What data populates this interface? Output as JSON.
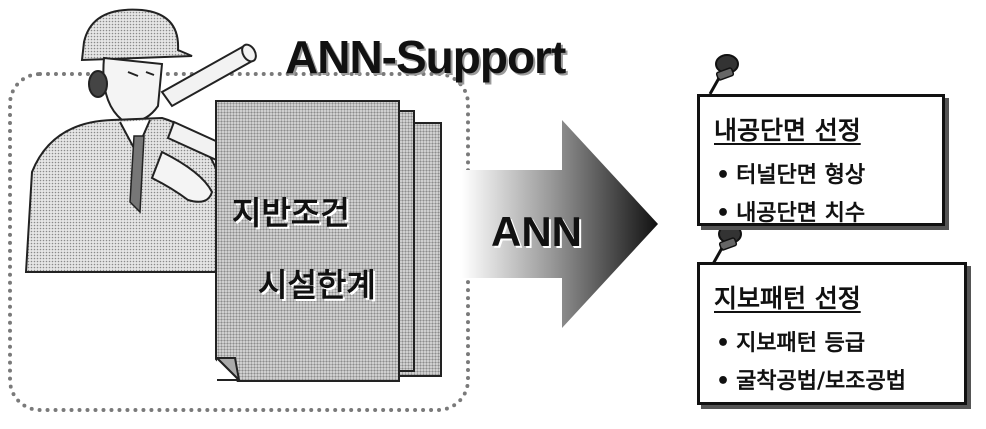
{
  "diagram": {
    "title": "ANN-Support",
    "document_lines": [
      "지반조건",
      "시설한계"
    ],
    "arrow_label": "ANN",
    "outputs": [
      {
        "heading": "내공단면 선정",
        "items": [
          "터널단면 형상",
          "내공단면 치수"
        ]
      },
      {
        "heading": "지보패턴 선정",
        "items": [
          "지보패턴 등급",
          "굴착공법/보조공법"
        ]
      }
    ],
    "bullet": "•",
    "icons": {
      "worker": "engineer-with-blueprint-icon",
      "pin": "pushpin-icon",
      "arrow": "right-arrow-icon"
    }
  }
}
